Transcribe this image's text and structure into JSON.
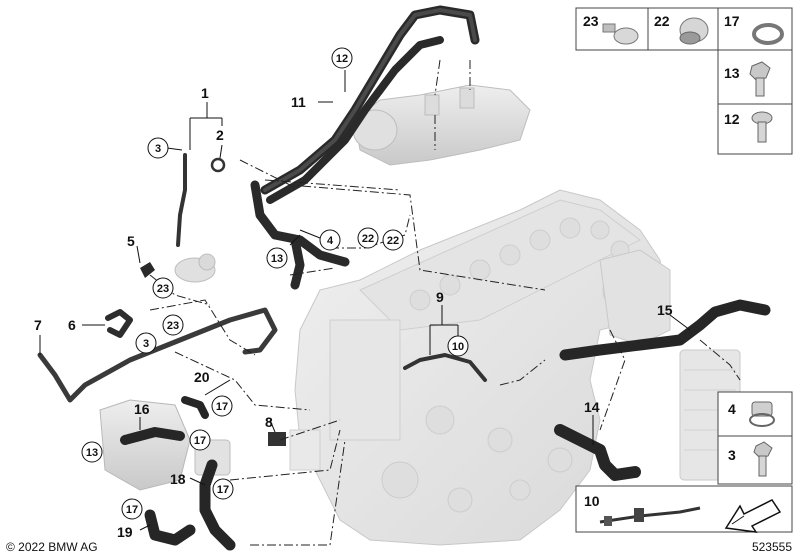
{
  "diagram": {
    "copyright": "© 2022 BMW AG",
    "diagram_number": "523555",
    "callouts": {
      "c1": "1",
      "c2": "2",
      "c3a": "3",
      "c5": "5",
      "c23a": "23",
      "c6": "6",
      "c7": "7",
      "c23b": "23",
      "c3b": "3",
      "c11": "11",
      "c12": "12",
      "c4": "4",
      "c22a": "22",
      "c22b": "22",
      "c13a": "13",
      "c9": "9",
      "c10": "10",
      "c15": "15",
      "c20": "20",
      "c17a": "17",
      "c16": "16",
      "c17b": "17",
      "c13b": "13",
      "c8": "8",
      "c18": "18",
      "c17c": "17",
      "c17d": "17",
      "c19": "19",
      "c14": "14"
    },
    "legend": {
      "items": [
        {
          "num": "23",
          "icon": "hose-clamp-icon"
        },
        {
          "num": "22",
          "icon": "hose-connector-icon"
        },
        {
          "num": "17",
          "icon": "spring-clamp-icon"
        },
        {
          "num": "13",
          "icon": "hex-bolt-icon"
        },
        {
          "num": "12",
          "icon": "torx-bolt-icon"
        },
        {
          "num": "4",
          "icon": "hose-clip-icon"
        },
        {
          "num": "3",
          "icon": "hex-bolt-icon"
        },
        {
          "num": "10",
          "icon": "cable-tie-icon"
        }
      ]
    }
  }
}
